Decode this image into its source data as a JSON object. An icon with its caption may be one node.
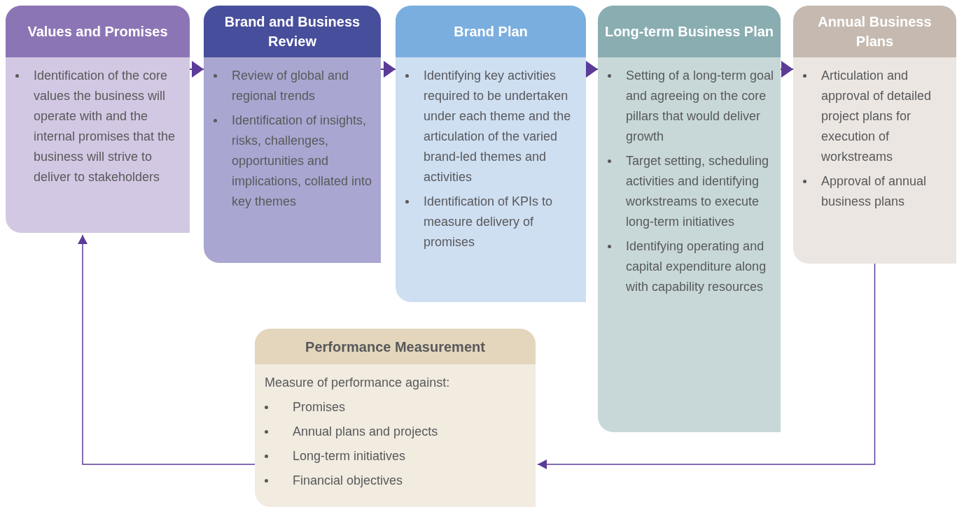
{
  "diagram": {
    "nodes": [
      {
        "text": [
          "Values and Promises",
          "Identification of the core values the business will operate with and the internal promises that the business will strive to deliver to stakeholders"
        ]
      },
      {
        "text": [
          "Brand and Business Review",
          "Review of global and regional trends",
          "Identification of insights, risks, challenges, opportunities and implications, collated into key themes"
        ]
      },
      {
        "text": [
          "Brand Plan",
          "Identifying key activities required to be undertaken under each theme and the articulation of the varied brand-led themes and activities",
          "Identification of KPIs to measure delivery of promises"
        ]
      },
      {
        "text": [
          "Long-term Business Plan",
          "Setting of a long-term goal and agreeing on the core pillars that would deliver growth",
          "Target setting, scheduling activities and identifying workstreams to execute long-term initiatives",
          "Identifying operating and capital expenditure along with capability resources"
        ]
      },
      {
        "text": [
          "Annual Business Plans",
          "Articulation and approval of detailed project plans for execution of workstreams",
          "Approval of annual business plans"
        ]
      },
      {
        "text": [
          "Performance Measurement",
          "Measure of performance against:",
          "Promises",
          "Annual plans and projects",
          "Long-term initiatives",
          "Financial objectives"
        ]
      }
    ],
    "edges": [
      {
        "from": 0,
        "to": 1,
        "arrow": "to"
      },
      {
        "from": 1,
        "to": 2,
        "arrow": "to"
      },
      {
        "from": 2,
        "to": 3,
        "arrow": "to"
      },
      {
        "from": 3,
        "to": 4,
        "arrow": "to"
      },
      {
        "from": 4,
        "to": 5,
        "arrow": "to"
      },
      {
        "from": 5,
        "to": 0,
        "arrow": "to"
      }
    ]
  }
}
